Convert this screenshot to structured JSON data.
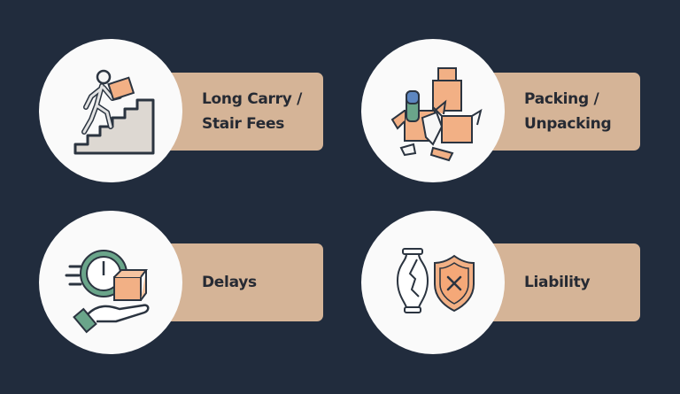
{
  "background_color": "#212c3d",
  "card_color": "#d5b497",
  "accent_colors": {
    "orange": "#f2b085",
    "green": "#6aa58a",
    "blue": "#5d86c0",
    "outline": "#2b3440"
  },
  "items": [
    {
      "label": "Long Carry /\nStair Fees",
      "icon": "person-carrying-box-up-stairs-icon"
    },
    {
      "label": "Packing /\nUnpacking",
      "icon": "open-boxes-with-items-icon"
    },
    {
      "label": "Delays",
      "icon": "clock-with-box-on-hand-icon"
    },
    {
      "label": "Liability",
      "icon": "broken-vase-and-shield-icon"
    }
  ]
}
